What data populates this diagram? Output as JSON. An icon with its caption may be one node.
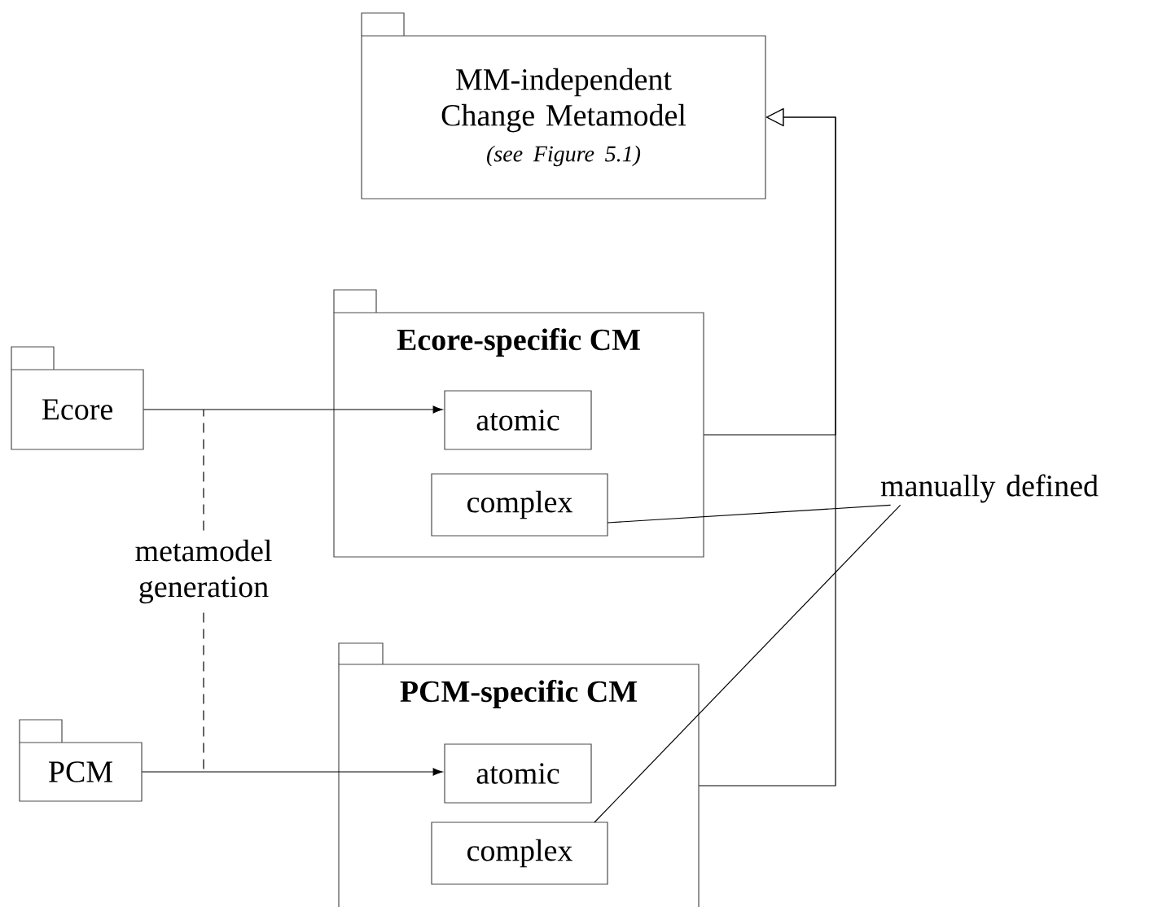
{
  "diagram": {
    "nodes": [
      {
        "text": [
          "MM-independent Change Metamodel",
          "(see Figure 5.1)"
        ]
      },
      {
        "text": [
          "Ecore"
        ]
      },
      {
        "text": [
          "Ecore-specific CM"
        ]
      },
      {
        "text": [
          "atomic"
        ],
        "in": 2
      },
      {
        "text": [
          "complex"
        ],
        "in": 2
      },
      {
        "text": [
          "metamodel generation"
        ]
      },
      {
        "text": [
          "PCM"
        ]
      },
      {
        "text": [
          "PCM-specific CM"
        ]
      },
      {
        "text": [
          "atomic"
        ],
        "in": 7
      },
      {
        "text": [
          "complex"
        ],
        "in": 7
      },
      {
        "text": [
          "manually defined"
        ]
      }
    ],
    "edges": [
      {
        "from": 1,
        "to": 3,
        "arrow": "to"
      },
      {
        "from": 6,
        "to": 8,
        "arrow": "to"
      },
      {
        "from": 2,
        "to": 0,
        "arrow": "to"
      },
      {
        "from": 7,
        "to": 0,
        "arrow": "to"
      },
      {
        "from": 10,
        "to": 4,
        "arrow": "none"
      },
      {
        "from": 10,
        "to": 9,
        "arrow": "none"
      },
      {
        "from": 5,
        "to": null,
        "arrow": "none",
        "style": "dashed"
      },
      {
        "from": 5,
        "to": null,
        "arrow": "none",
        "style": "dashed"
      }
    ]
  }
}
